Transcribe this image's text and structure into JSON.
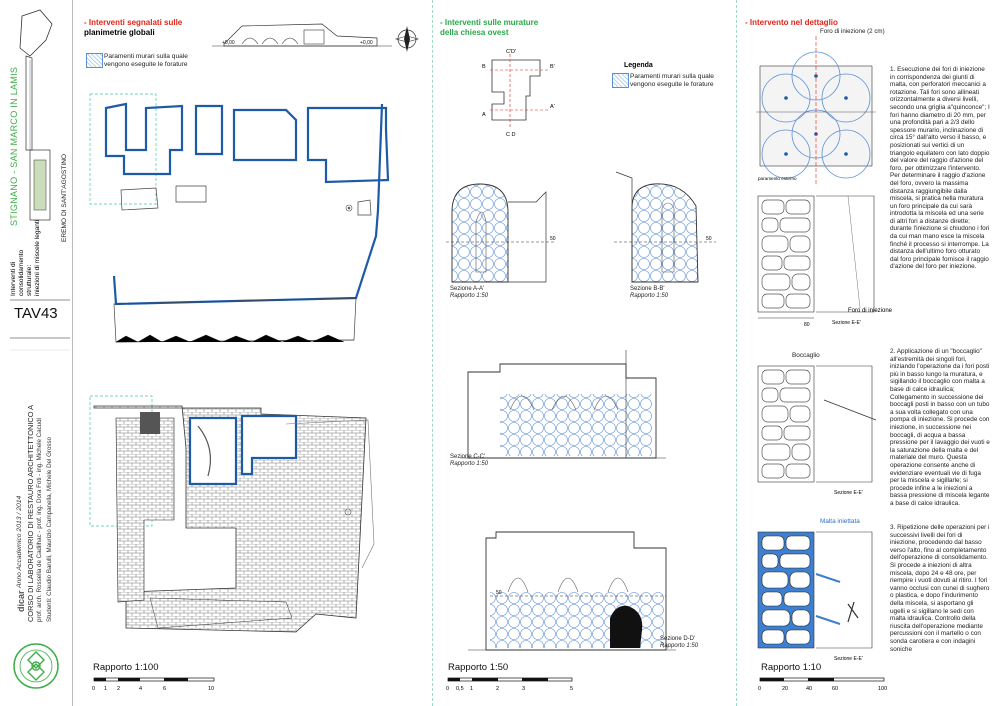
{
  "sidebar": {
    "location_title": "STIGNANO - SAN MARCO IN LAMIS",
    "site_name": "EREMO DI SANT'AGOSTINO",
    "intervention": [
      "Interventi di",
      "consolidamento",
      "strutturale:",
      "iniezioni di miscele leganti"
    ],
    "sheet_code": "TAV43",
    "dicar_logo": "dicar",
    "academic_year": "Anno Accademico 2013 / 2014",
    "course": "CORSO DI LABORATORIO DI RESTAURO ARCHITETTONICO A",
    "professors": "prof. arch. Rossella de Cadilhac - prof. ing. Dora Foti - ing. Michele Cacudi",
    "students": "Studenti: Claudio Barulli, Maurizio Campanella, Michele Del Grosso"
  },
  "panel1": {
    "title_line1": "- Interventi segnalati sulle",
    "title_line2": "planimetrie globali",
    "legend_text_line1": "Paramenti murari sulla quale",
    "legend_text_line2": "vengono eseguite le forature",
    "elev_label_left": "+0,00",
    "elev_label_right": "+0,00",
    "scale": "Rapporto 1:100",
    "scale_ticks": [
      "0",
      "1",
      "2",
      "4",
      "6",
      "10"
    ]
  },
  "panel2": {
    "title_line1": "- Interventi sulle murature",
    "title_line2": "della chiesa ovest",
    "legend_title": "Legenda",
    "legend_text_line1": "Paramenti murari sulla quale",
    "legend_text_line2": "vengono eseguite le forature",
    "key_labels": [
      "C'D'",
      "B'",
      "B",
      "A'",
      "A",
      "C D"
    ],
    "sections": [
      {
        "name": "Sezione A-A'",
        "scale": "Rapporto 1:50"
      },
      {
        "name": "Sezione B-B'",
        "scale": "Rapporto 1:50"
      },
      {
        "name": "Sezione C-C'",
        "scale": "Rapporto 1:50"
      },
      {
        "name": "Sezione D-D'",
        "scale": "Rapporto 1:50"
      }
    ],
    "dim_label": "50",
    "scale": "Rapporto 1:50",
    "scale_ticks": [
      "0",
      "0,5",
      "1",
      "2",
      "3",
      "5"
    ]
  },
  "panel3": {
    "title": "- Intervento nel dettaglio",
    "hole_label": "Foro di iniezione (2 cm)",
    "paramento_label": "paramento esterno",
    "detail_section": "Sezione E-E'",
    "detail_dim": "80",
    "hole_label_2": "Foro di iniezione",
    "boccaglio_label": "Boccaglio",
    "malta_label": "Malta iniettata",
    "notes": [
      "1. Esecuzione dei fori di iniezione in corrispondenza dei giunti di malta, con perforatori meccanici a rotazione. Tali fori sono allineati orizzontalmente a diversi livelli, secondo una griglia a\"quinconce\"; I fori hanno diametro di 20 mm, per una profondità pari a 2/3 dello spessore murario, inclinazione di circa 15° dall'alto verso il basso, e posizionati sui vertici di un triangolo equilatero con lato doppio del valore del raggio d'azione del foro, per ottimizzare l'intervento. Per determinare il raggio d'azione del foro, ovvero la massima distanza raggiungibile dalla miscela, si pratica nella muratura un foro principale da cui sarà introdotta la miscela ed una serie di altri fori a distanze dirette; durante l'iniezione si chiudono i fori da cui man mano esce la miscela finché il processo si interrompe. La distanza dell'ultimo foro otturato dal foro principale fornisce il raggio d'azione del foro per iniezione.",
      "2. Applicazione di un \"boccaglio\" all'estremità dei singoli fori, iniziando l'operazione da i fori posti più in basso lungo la muratura, e sigillando il boccaglio con malta a base di calce idraulica; Collegamento in successione dei boccagli posti in basso con un tubo a sua volta collegato con una pompa di iniezione. Si procede con iniezione, in successione nei boccagli, di acqua a bassa pressione per il lavaggio dei vuoti e la saturazione della malta e del materiale del muro. Questa operazione consente anche di evidenziare eventuali vie di fuga per la miscela e sigillarle; si procede infine a le iniezioni a bassa pressione di miscela legante a base di calce idraulica.",
      "3. Ripetizione delle operazioni per i successivi livelli dei fori di iniezione, procedendo dal basso verso l'alto, fino al completamento dell'operazione di consolidamento. Si procede a iniezioni di altra miscela, dopo 24 e 48 ore, per riempire i vuoti dovuti al ritiro. I fori vanno occlusi con cunei di sughero o plastica, e dopo l'indurimento della miscela, si asportano gli ugelli e si sigillano le sedi con malta idraulica. Controllo della riuscita dell'operazione mediante percussioni con il martello o con sonda carotiera e con indagini soniche"
    ],
    "scale": "Rapporto 1:10",
    "scale_ticks": [
      "0",
      "20",
      "40",
      "60",
      "100"
    ]
  },
  "colors": {
    "accent_red": "#e2231a",
    "accent_green": "#2aa84a",
    "hatch_blue": "#1d5aa8",
    "circle_blue": "#5b8fd6",
    "sidebar_green": "#3fae49"
  }
}
